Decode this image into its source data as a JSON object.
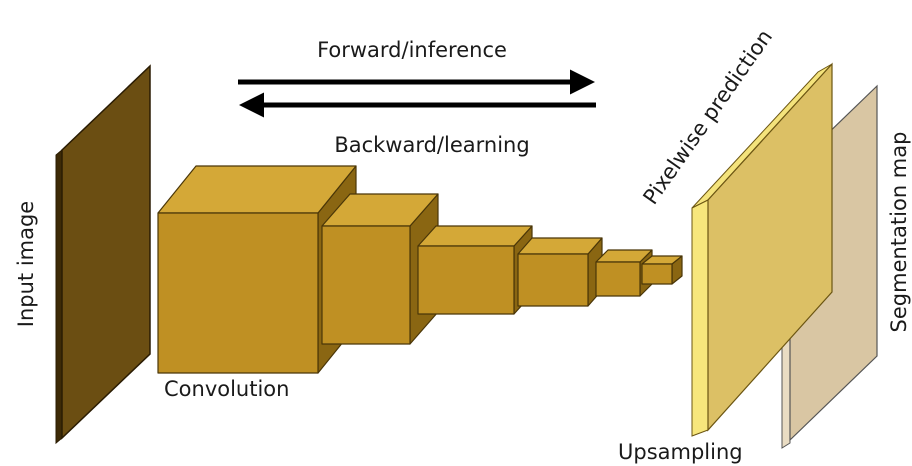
{
  "arrows": {
    "forward_label": "Forward/inference",
    "backward_label": "Backward/learning"
  },
  "labels": {
    "input_image": "Input image",
    "convolution": "Convolution",
    "pixelwise_prediction": "Pixelwise prediction",
    "upsampling": "Upsampling",
    "segmentation_map": "Segmentation map"
  },
  "colors": {
    "input_plate": "#6b4e12",
    "conv_block_front": "#bf9023",
    "conv_block_top": "#d4a837",
    "conv_block_side": "#8a6612",
    "prediction_plate": "#dcc065",
    "prediction_edge": "#f4e37c",
    "segmentation_plate": "#d9c6a3",
    "arrow": "#000000"
  }
}
